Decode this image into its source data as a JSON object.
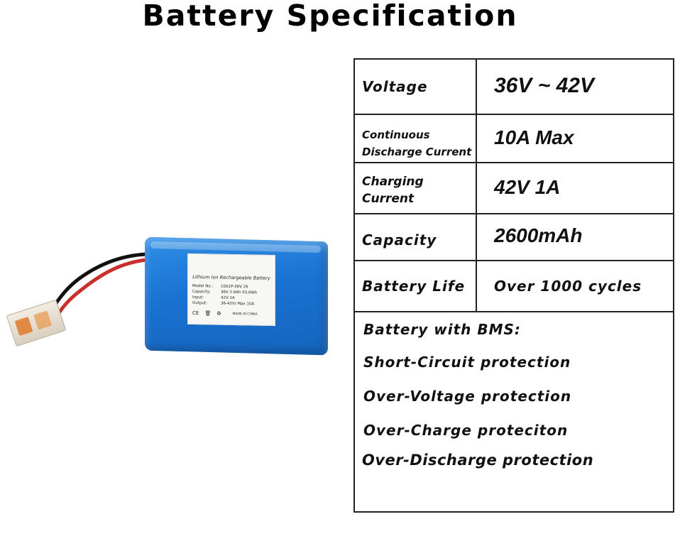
{
  "title": "Battery Specification",
  "battery_label": {
    "heading": "Lithium Ion Rechargeable Battery",
    "rows": [
      {
        "key": "Model No.:",
        "value": "10S1P-36V 26"
      },
      {
        "key": "Capacity:",
        "value": "36V 2.6Ah 93.6Wh"
      },
      {
        "key": "Input:",
        "value": "42V 1A"
      },
      {
        "key": "Output:",
        "value": "36-42V/ Max 10A"
      }
    ],
    "made_in": "MADE IN CHINA"
  },
  "specs": [
    {
      "key": "Voltage",
      "value": "36V ~ 42V"
    },
    {
      "key": "Continuous Discharge Current",
      "key_line1": "Continuous",
      "key_line2": "Discharge Current",
      "value": "10A Max"
    },
    {
      "key": "Charging Current",
      "key_line1": "Charging",
      "key_line2": "Current",
      "value": "42V 1A"
    },
    {
      "key": "Capacity",
      "value": "2600mAh"
    },
    {
      "key": "Battery Life",
      "value": "Over 1000 cycles"
    }
  ],
  "bms": {
    "heading": "Battery with BMS:",
    "items": [
      "Short-Circuit protection",
      "Over-Voltage protection",
      "Over-Charge proteciton",
      "Over-Discharge protection"
    ]
  },
  "colors": {
    "battery_blue": "#1a72d1",
    "table_border": "#222222"
  }
}
